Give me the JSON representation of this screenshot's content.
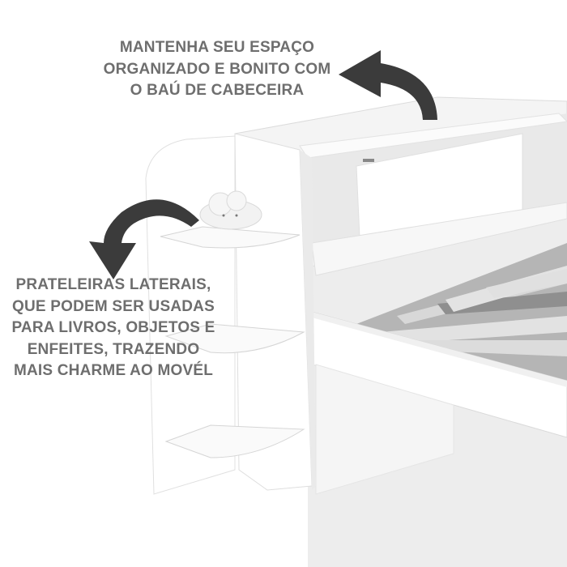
{
  "captions": {
    "headboard": [
      "MANTENHA SEU ESPAÇO",
      "ORGANIZADO E BONITO COM",
      "O BAÚ DE CABECEIRA"
    ],
    "shelves": [
      "PRATELEIRAS LATERAIS,",
      "QUE PODEM SER USADAS",
      "PARA LIVROS, OBJETOS E",
      "ENFEITES, TRAZENDO",
      "MAIS CHARME AO MOVÉL"
    ]
  },
  "colors": {
    "text": "#6e6e6e",
    "arrow": "#3b3b3b",
    "furniture": "#ffffff",
    "slats": "#9a9a9a"
  }
}
